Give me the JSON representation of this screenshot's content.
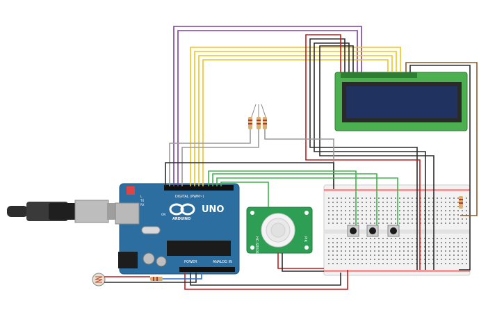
{
  "arduino": {
    "model": "UNO",
    "brand": "ARDUINO",
    "header_digital": "DIGITAL (PWM~)",
    "header_power": "POWER",
    "header_analog": "ANALOG IN",
    "label_tx": "TX",
    "label_rx": "RX",
    "label_l": "L",
    "label_on": "ON"
  },
  "pir": {
    "label_left": "HC-SR501",
    "label_right": "PIR"
  },
  "colors": {
    "arduino_board": "#2d6ea0",
    "lcd_board": "#4caf50",
    "lcd_screen": "#1f3260",
    "pir_board": "#2f9e55",
    "wire_purple": "#7b3f9e",
    "wire_yellow": "#f0c419",
    "wire_black": "#2b2b2b",
    "wire_red": "#c41a1a",
    "wire_green": "#3db64a",
    "wire_gray": "#9a9a9a",
    "wire_brown": "#8a5a2b",
    "wire_blue": "#2a6fd1"
  }
}
